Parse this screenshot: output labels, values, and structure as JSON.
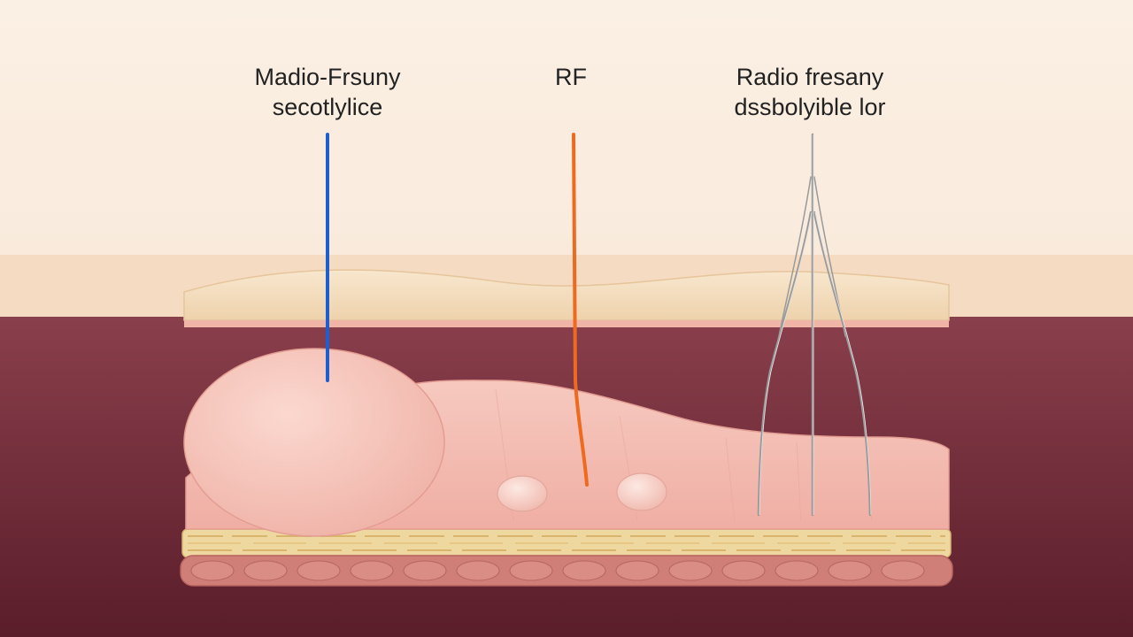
{
  "labels": {
    "left": {
      "line1": "Madio-Frsuny",
      "line2": "secotlylice"
    },
    "middle": {
      "line1": "RF"
    },
    "right": {
      "line1": "Radio fresany",
      "line2": "dssbolyible lor"
    }
  },
  "colors": {
    "background_top": "#fbefe3",
    "tissue_dark": "#7a2c3c",
    "skin_layer": "#f3dcc0",
    "muscle_pink": "#f4bcb2",
    "fat_yellow": "#efd7a0",
    "blue_probe": "#1e5fd0",
    "orange_probe": "#ee6a1e",
    "wire_gray": "#a9a9a9"
  }
}
